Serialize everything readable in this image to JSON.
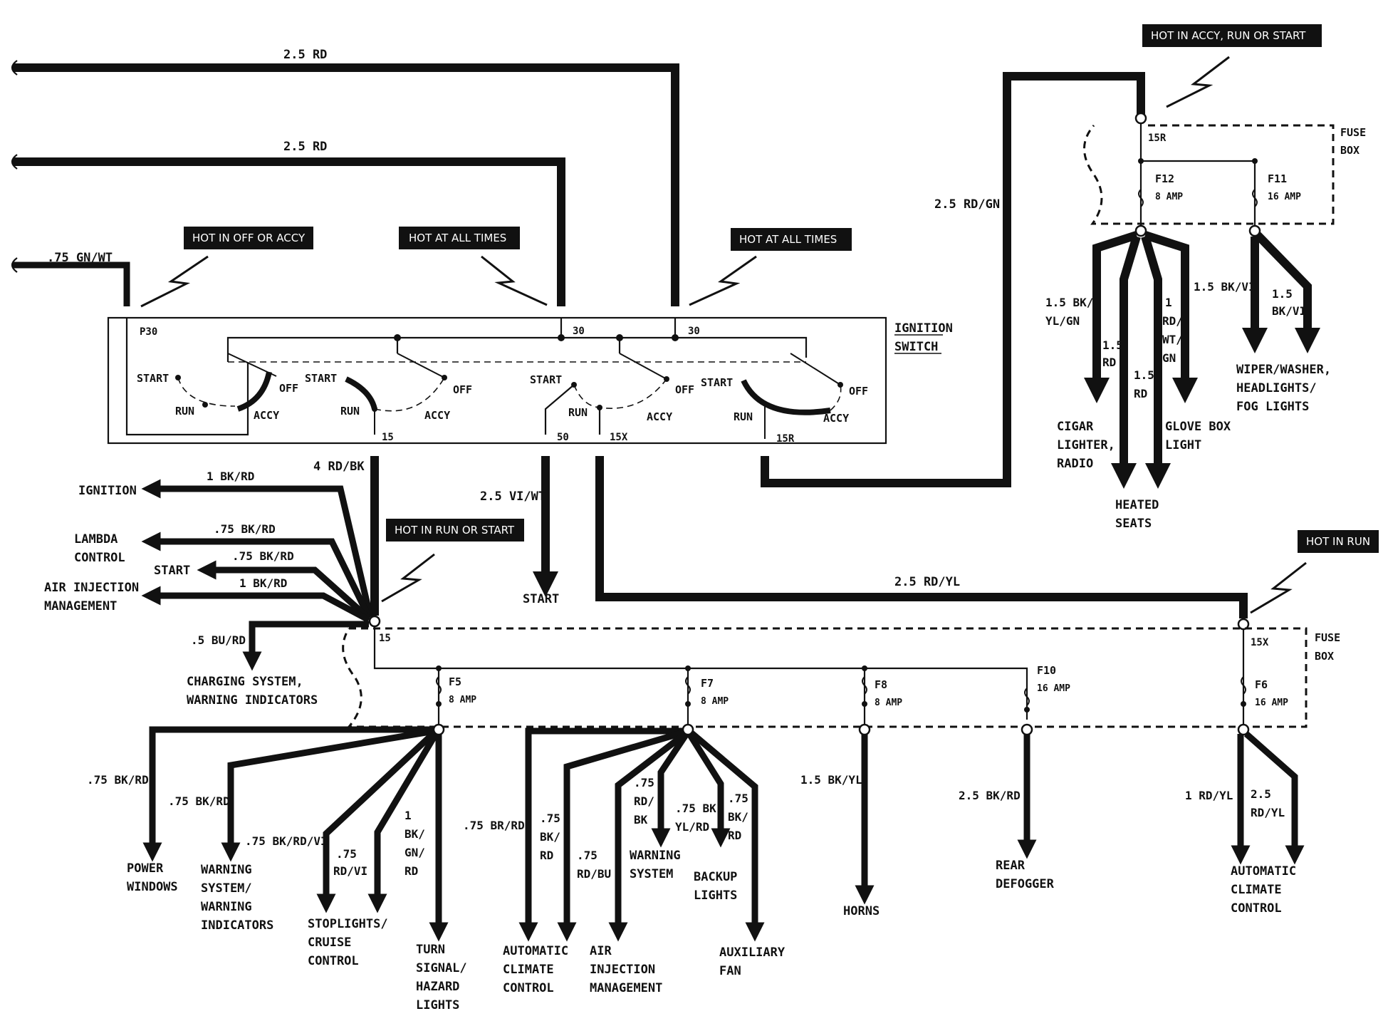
{
  "switch_label": [
    "IGNITION",
    "SWITCH"
  ],
  "fuse_box_label": [
    "FUSE",
    "BOX"
  ],
  "tags": {
    "hot_off_accy": "HOT IN OFF OR ACCY",
    "hot_all_times_1": "HOT AT ALL TIMES",
    "hot_all_times_2": "HOT AT ALL TIMES",
    "hot_accy_run_start": "HOT IN ACCY, RUN OR START",
    "hot_run_start": "HOT IN RUN OR START",
    "hot_run": "HOT IN RUN"
  },
  "top_wires": {
    "rd_1": "2.5 RD",
    "rd_2": "2.5 RD",
    "gn_wt": ".75 GN/WT",
    "rd_gn": "2.5 RD/GN",
    "vi_wt": "2.5 VI/WT",
    "rd_bk": "4 RD/BK",
    "rd_yl": "2.5 RD/YL"
  },
  "terminals": {
    "p30": "P30",
    "t30a": "30",
    "t30b": "30",
    "t15": "15",
    "t50": "50",
    "t15x": "15X",
    "t15r": "15R",
    "fb_15r": "15R",
    "fb_15": "15",
    "fb_15x": "15X"
  },
  "switch_positions": {
    "start": "START",
    "run": "RUN",
    "accy": "ACCY",
    "off": "OFF"
  },
  "fuses": {
    "f12": {
      "id": "F12",
      "rating": "8 AMP"
    },
    "f11": {
      "id": "F11",
      "rating": "16 AMP"
    },
    "f5": {
      "id": "F5",
      "rating": "8 AMP"
    },
    "f7": {
      "id": "F7",
      "rating": "8 AMP"
    },
    "f8": {
      "id": "F8",
      "rating": "8 AMP"
    },
    "f10": {
      "id": "F10",
      "rating": "16 AMP"
    },
    "f6": {
      "id": "F6",
      "rating": "16 AMP"
    }
  },
  "upper_right": {
    "w1": [
      "1.5 BK/",
      "YL/GN"
    ],
    "w2": [
      "1.5",
      "RD"
    ],
    "w3": [
      "1.5",
      "RD"
    ],
    "w4": [
      "1",
      "RD/",
      "WT/",
      "GN"
    ],
    "w5": "1.5 BK/VI",
    "w6": [
      "1.5",
      "BK/VI"
    ],
    "cigar": [
      "CIGAR",
      "LIGHTER,",
      "RADIO"
    ],
    "heated": [
      "HEATED",
      "SEATS"
    ],
    "glove": [
      "GLOVE BOX",
      "LIGHT"
    ],
    "wiper": [
      "WIPER/WASHER,",
      "HEADLIGHTS/",
      "FOG LIGHTS"
    ]
  },
  "left_branch": {
    "w_ign": "1 BK/RD",
    "w_lambda": ".75 BK/RD",
    "w_start": ".75 BK/RD",
    "w_air": "1 BK/RD",
    "w_charge": ".5 BU/RD",
    "ignition": "IGNITION",
    "lambda": [
      "LAMBDA",
      "CONTROL"
    ],
    "start": "START",
    "air": [
      "AIR INJECTION",
      "MANAGEMENT"
    ],
    "charging": [
      "CHARGING SYSTEM,",
      "WARNING INDICATORS"
    ]
  },
  "start_output": "START",
  "bottom": {
    "f5_w1": ".75 BK/RD",
    "f5_w2": ".75 BK/RD",
    "f5_w3": ".75 BK/RD/VI",
    "f5_w4": [
      ".75",
      "RD/VI"
    ],
    "f5_w5": [
      "1",
      "BK/",
      "GN/",
      "RD"
    ],
    "power_windows": [
      "POWER",
      "WINDOWS"
    ],
    "warning_sys": [
      "WARNING",
      "SYSTEM/",
      "WARNING",
      "INDICATORS"
    ],
    "stoplights": [
      "STOPLIGHTS/",
      "CRUISE",
      "CONTROL"
    ],
    "turn": [
      "TURN",
      "SIGNAL/",
      "HAZARD",
      "LIGHTS"
    ],
    "f7_w1": ".75 BR/RD",
    "f7_w2": [
      ".75",
      "BK/",
      "RD"
    ],
    "f7_w3": [
      ".75",
      "RD/BU"
    ],
    "f7_w4": [
      ".75",
      "RD/",
      "BK"
    ],
    "f7_w5": [
      ".75 BK",
      "YL/RD"
    ],
    "f7_w6": [
      ".75",
      "BK/",
      "RD"
    ],
    "auto_climate_1": [
      "AUTOMATIC",
      "CLIMATE",
      "CONTROL"
    ],
    "air_inj_2": [
      "AIR",
      "INJECTION",
      "MANAGEMENT"
    ],
    "warning_system": [
      "WARNING",
      "SYSTEM"
    ],
    "backup": [
      "BACKUP",
      "LIGHTS"
    ],
    "aux_fan": [
      "AUXILIARY",
      "FAN"
    ],
    "f8_w": "1.5 BK/YL",
    "horns": "HORNS",
    "f10_w": "2.5 BK/RD",
    "rear_defog": [
      "REAR",
      "DEFOGGER"
    ],
    "f6_w1": "1 RD/YL",
    "f6_w2": [
      "2.5",
      "RD/YL"
    ],
    "auto_climate_2": [
      "AUTOMATIC",
      "CLIMATE",
      "CONTROL"
    ]
  }
}
